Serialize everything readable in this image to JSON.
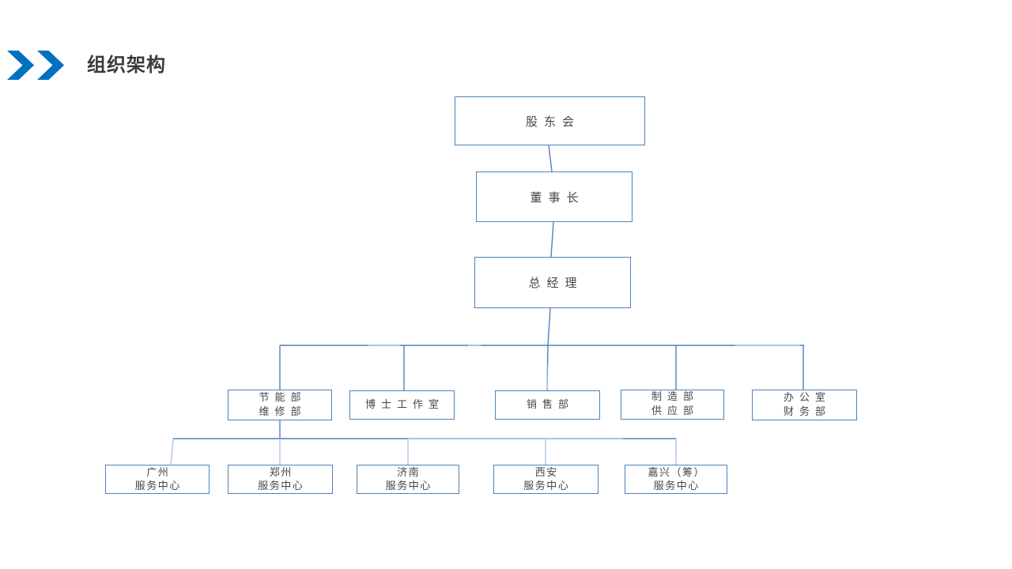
{
  "header": {
    "title": "组织架构"
  },
  "colors": {
    "line_color": "#4f81bd",
    "line_light": "#aac6e2",
    "chevron_color": "#0070c0",
    "text_color": "#454545",
    "title_color": "#3a3a3a"
  },
  "chart": {
    "type": "org-chart",
    "nodes": [
      {
        "id": "shareholders",
        "line1": "股东会",
        "parent": null
      },
      {
        "id": "chairman",
        "line1": "董事长",
        "parent": "shareholders"
      },
      {
        "id": "general-manager",
        "line1": "总经理",
        "parent": "chairman"
      },
      {
        "id": "dept-energy-maintenance",
        "line1": "节能部",
        "line2": "维修部",
        "parent": "general-manager"
      },
      {
        "id": "doctor-studio",
        "line1": "博士工作室",
        "parent": "general-manager"
      },
      {
        "id": "dept-sales",
        "line1": "销售部",
        "parent": "general-manager"
      },
      {
        "id": "dept-manufacturing-supply",
        "line1": "制造部",
        "line2": "供应部",
        "parent": "general-manager"
      },
      {
        "id": "office-finance",
        "line1": "办公室",
        "line2": "财务部",
        "parent": "general-manager"
      },
      {
        "id": "sc-guangzhou",
        "line1": "广州",
        "line2": "服务中心",
        "parent": "dept-energy-maintenance"
      },
      {
        "id": "sc-zhengzhou",
        "line1": "郑州",
        "line2": "服务中心",
        "parent": "dept-energy-maintenance"
      },
      {
        "id": "sc-jinan",
        "line1": "济南",
        "line2": "服务中心",
        "parent": "dept-energy-maintenance"
      },
      {
        "id": "sc-xian",
        "line1": "西安",
        "line2": "服务中心",
        "parent": "dept-energy-maintenance"
      },
      {
        "id": "sc-jiaxing",
        "line1": "嘉兴（筹）",
        "line2": "服务中心",
        "parent": "dept-energy-maintenance"
      }
    ]
  }
}
